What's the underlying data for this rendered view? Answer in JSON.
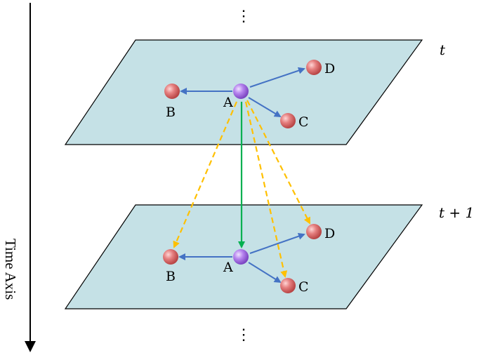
{
  "axis": {
    "label": "Time Axis"
  },
  "planes": [
    {
      "time_label": "t",
      "nodes": {
        "A": "A",
        "B": "B",
        "C": "C",
        "D": "D"
      }
    },
    {
      "time_label": "t + 1",
      "nodes": {
        "A": "A",
        "B": "B",
        "C": "C",
        "D": "D"
      }
    }
  ],
  "ellipsis": "⋮",
  "colors": {
    "plane_fill": "#c5e1e6",
    "plane_stroke": "#000000",
    "intra_edge": "#4472c4",
    "self_edge": "#00b050",
    "cross_edge": "#ffc000",
    "node_red": "#e07a7a",
    "node_purple": "#b07fe8"
  }
}
